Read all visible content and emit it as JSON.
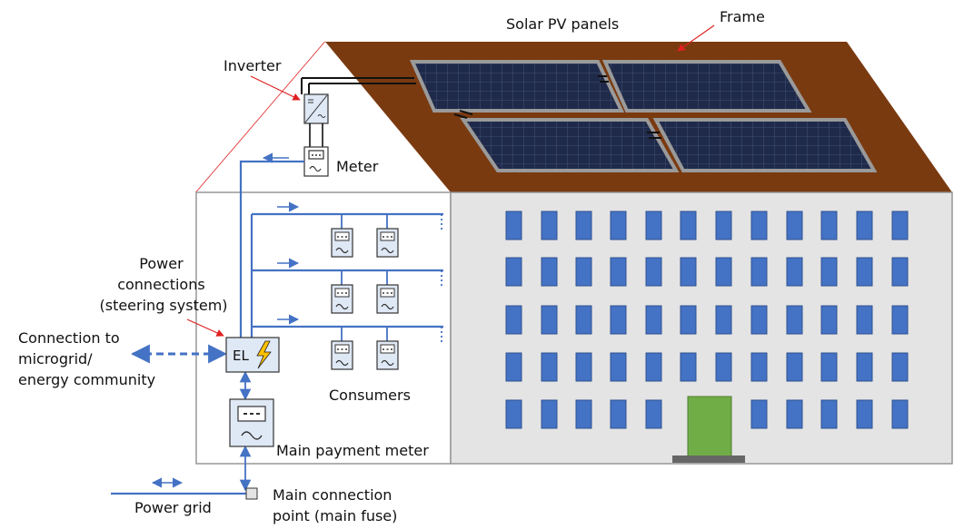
{
  "labels": {
    "solar_panels": "Solar PV panels",
    "frame": "Frame",
    "inverter": "Inverter",
    "meter": "Meter",
    "power_connections_l1": "Power",
    "power_connections_l2": "connections",
    "power_connections_l3": "(steering system)",
    "connection_l1": "Connection to",
    "connection_l2": "microgrid/",
    "connection_l3": "energy community",
    "el_unit": "EL",
    "consumers": "Consumers",
    "main_payment_meter": "Main payment meter",
    "power_grid": "Power grid",
    "main_connection_l1": "Main connection",
    "main_connection_l2": "point (main fuse)"
  },
  "colors": {
    "roof": "#7a3a10",
    "wall": "#e4e4e4",
    "wall_stroke": "#909090",
    "window": "#4472c4",
    "door": "#70ad47",
    "panel": "#1f2a4a",
    "panel_frame": "#9a9a9a",
    "wire": "#4472c4",
    "pointer_arrow": "#e02020"
  }
}
